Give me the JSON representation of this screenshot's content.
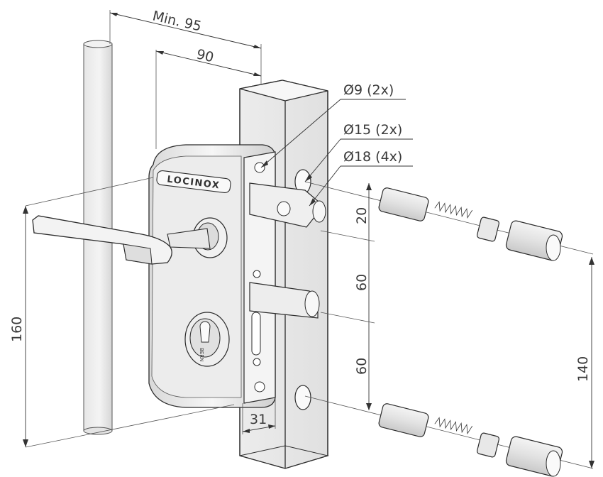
{
  "dimensions": {
    "min_95": "Min. 95",
    "d90": "90",
    "d9": "Ø9 (2x)",
    "d15": "Ø15 (2x)",
    "d18": "Ø18 (4x)",
    "d20": "20",
    "d60a": "60",
    "d60b": "60",
    "d160": "160",
    "d140": "140",
    "d31": "31"
  },
  "logo": {
    "brand": "LOCINOX"
  },
  "cylinder": {
    "mark": "BERN"
  }
}
